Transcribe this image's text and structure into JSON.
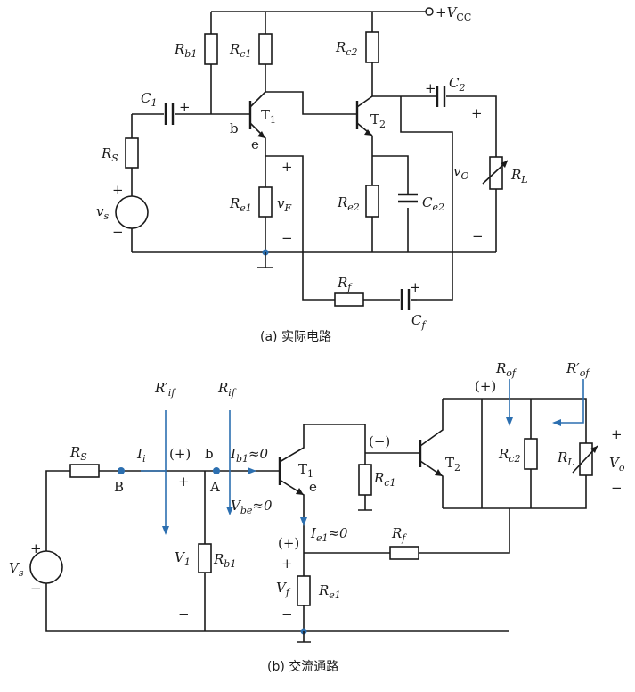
{
  "circuit_a": {
    "vcc": "+V",
    "vcc_sub": "CC",
    "rb1": "R",
    "rb1_sub": "b1",
    "rc1": "R",
    "rc1_sub": "c1",
    "rc2": "R",
    "rc2_sub": "c2",
    "c1": "C",
    "c1_sub": "1",
    "c2": "C",
    "c2_sub": "2",
    "t1": "T",
    "t1_sub": "1",
    "t2": "T",
    "t2_sub": "2",
    "b": "b",
    "e": "e",
    "rs": "R",
    "rs_sub": "S",
    "vs": "v",
    "vs_sub": "s",
    "re1": "R",
    "re1_sub": "e1",
    "vf": "v",
    "vf_sub": "F",
    "re2": "R",
    "re2_sub": "e2",
    "ce2": "C",
    "ce2_sub": "e2",
    "vo": "v",
    "vo_sub": "O",
    "rl": "R",
    "rl_sub": "L",
    "rf": "R",
    "rf_sub": "f",
    "cf": "C",
    "cf_sub": "f",
    "plus": "+",
    "minus": "−",
    "caption": "(a) 实际电路"
  },
  "circuit_b": {
    "rif_prime": "R′",
    "rif_prime_sub": "if",
    "rif": "R",
    "rif_sub": "if",
    "rof": "R",
    "rof_sub": "of",
    "rof_prime": "R′",
    "rof_prime_sub": "of",
    "rs": "R",
    "rs_sub": "S",
    "ii": "I",
    "ii_sub": "i",
    "node_b": "B",
    "node_a": "A",
    "b": "b",
    "e": "e",
    "plus_paren": "(+)",
    "minus_paren": "(−)",
    "ib1": "I",
    "ib1_sub": "b1",
    "approx0": "≈0",
    "t1": "T",
    "t1_sub": "1",
    "t2": "T",
    "t2_sub": "2",
    "rc1": "R",
    "rc1_sub": "c1",
    "rc2": "R",
    "rc2_sub": "c2",
    "rl": "R",
    "rl_sub": "L",
    "vo": "V",
    "vo_sub": "o",
    "vs": "V",
    "vs_sub": "s",
    "v1": "V",
    "v1_sub": "1",
    "rb1": "R",
    "rb1_sub": "b1",
    "vbe": "V",
    "vbe_sub": "be",
    "ie1": "I",
    "ie1_sub": "e1",
    "rf": "R",
    "rf_sub": "f",
    "vf": "V",
    "vf_sub": "f",
    "re1": "R",
    "re1_sub": "e1",
    "plus": "+",
    "minus": "−",
    "caption": "(b) 交流通路"
  }
}
